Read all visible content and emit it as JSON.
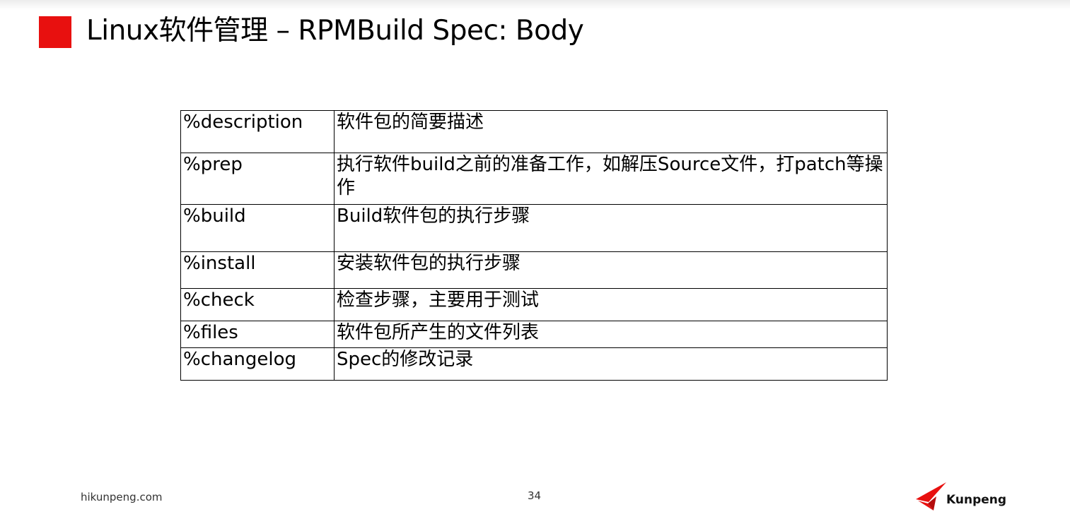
{
  "slide": {
    "title": "Linux软件管理 – RPMBuild Spec: Body",
    "accent_color": "#e8100f"
  },
  "spec_table": {
    "rows": [
      {
        "key": "%description",
        "value": "软件包的简要描述"
      },
      {
        "key": "%prep",
        "value": "执行软件build之前的准备工作，如解压Source文件，打patch等操作"
      },
      {
        "key": "%build",
        "value": "Build软件包的执行步骤"
      },
      {
        "key": "%install",
        "value": "安装软件包的执行步骤"
      },
      {
        "key": "%check",
        "value": "检查步骤，主要用于测试"
      },
      {
        "key": "%files",
        "value": "软件包所产生的文件列表"
      },
      {
        "key": "%changelog",
        "value": "Spec的修改记录"
      }
    ]
  },
  "footer": {
    "site": "hikunpeng.com",
    "page_number": "34",
    "logo_text": "Kunpeng",
    "logo_icon": "kunpeng-bird-icon"
  }
}
